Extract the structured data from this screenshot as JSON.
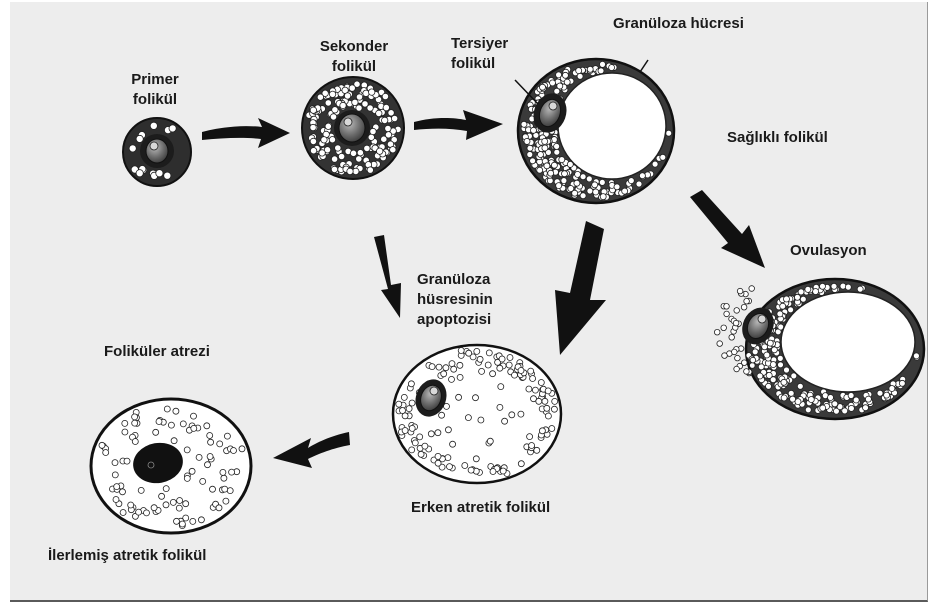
{
  "labels": {
    "primer": [
      "Primer",
      "folikül"
    ],
    "sekonder": [
      "Sekonder",
      "folikül"
    ],
    "tersiyer": [
      "Tersiyer",
      "folikül"
    ],
    "granuloza_hucresi": "Granüloza hücresi",
    "saglikli_folikul": "Sağlıklı folikül",
    "ovulasyon": "Ovulasyon",
    "apoptoz": [
      "Granüloza",
      "hüsresinin",
      "apoptozisi"
    ],
    "folikuler_atrezi": "Foliküler atrezi",
    "erken_atretik": "Erken atretik folikül",
    "ilerlemis_atretik": "İlerlemiş atretik folikül"
  },
  "colors": {
    "panel": "#ededed",
    "outline": "#1a1a1a",
    "granulosa": "#ffffff",
    "oocyte": "#6a6a6a",
    "arrow": "#111111"
  }
}
